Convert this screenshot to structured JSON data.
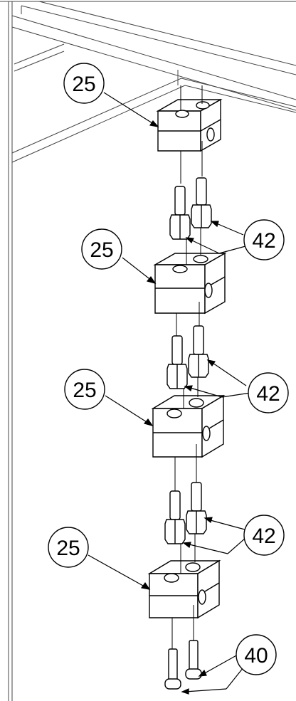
{
  "diagram": {
    "callouts": [
      {
        "id": "c1",
        "text": "25",
        "target": "block-top"
      },
      {
        "id": "c2",
        "text": "42",
        "target": "standoff-pair-1"
      },
      {
        "id": "c3",
        "text": "25",
        "target": "block-upper"
      },
      {
        "id": "c4",
        "text": "42",
        "target": "standoff-pair-2"
      },
      {
        "id": "c5",
        "text": "25",
        "target": "block-lower"
      },
      {
        "id": "c6",
        "text": "42",
        "target": "standoff-pair-3"
      },
      {
        "id": "c7",
        "text": "25",
        "target": "block-bottom"
      },
      {
        "id": "c8",
        "text": "40",
        "target": "cap-screws"
      }
    ]
  },
  "colors": {
    "line": "#000000",
    "face": "#ffffff",
    "frame": "#555555"
  }
}
